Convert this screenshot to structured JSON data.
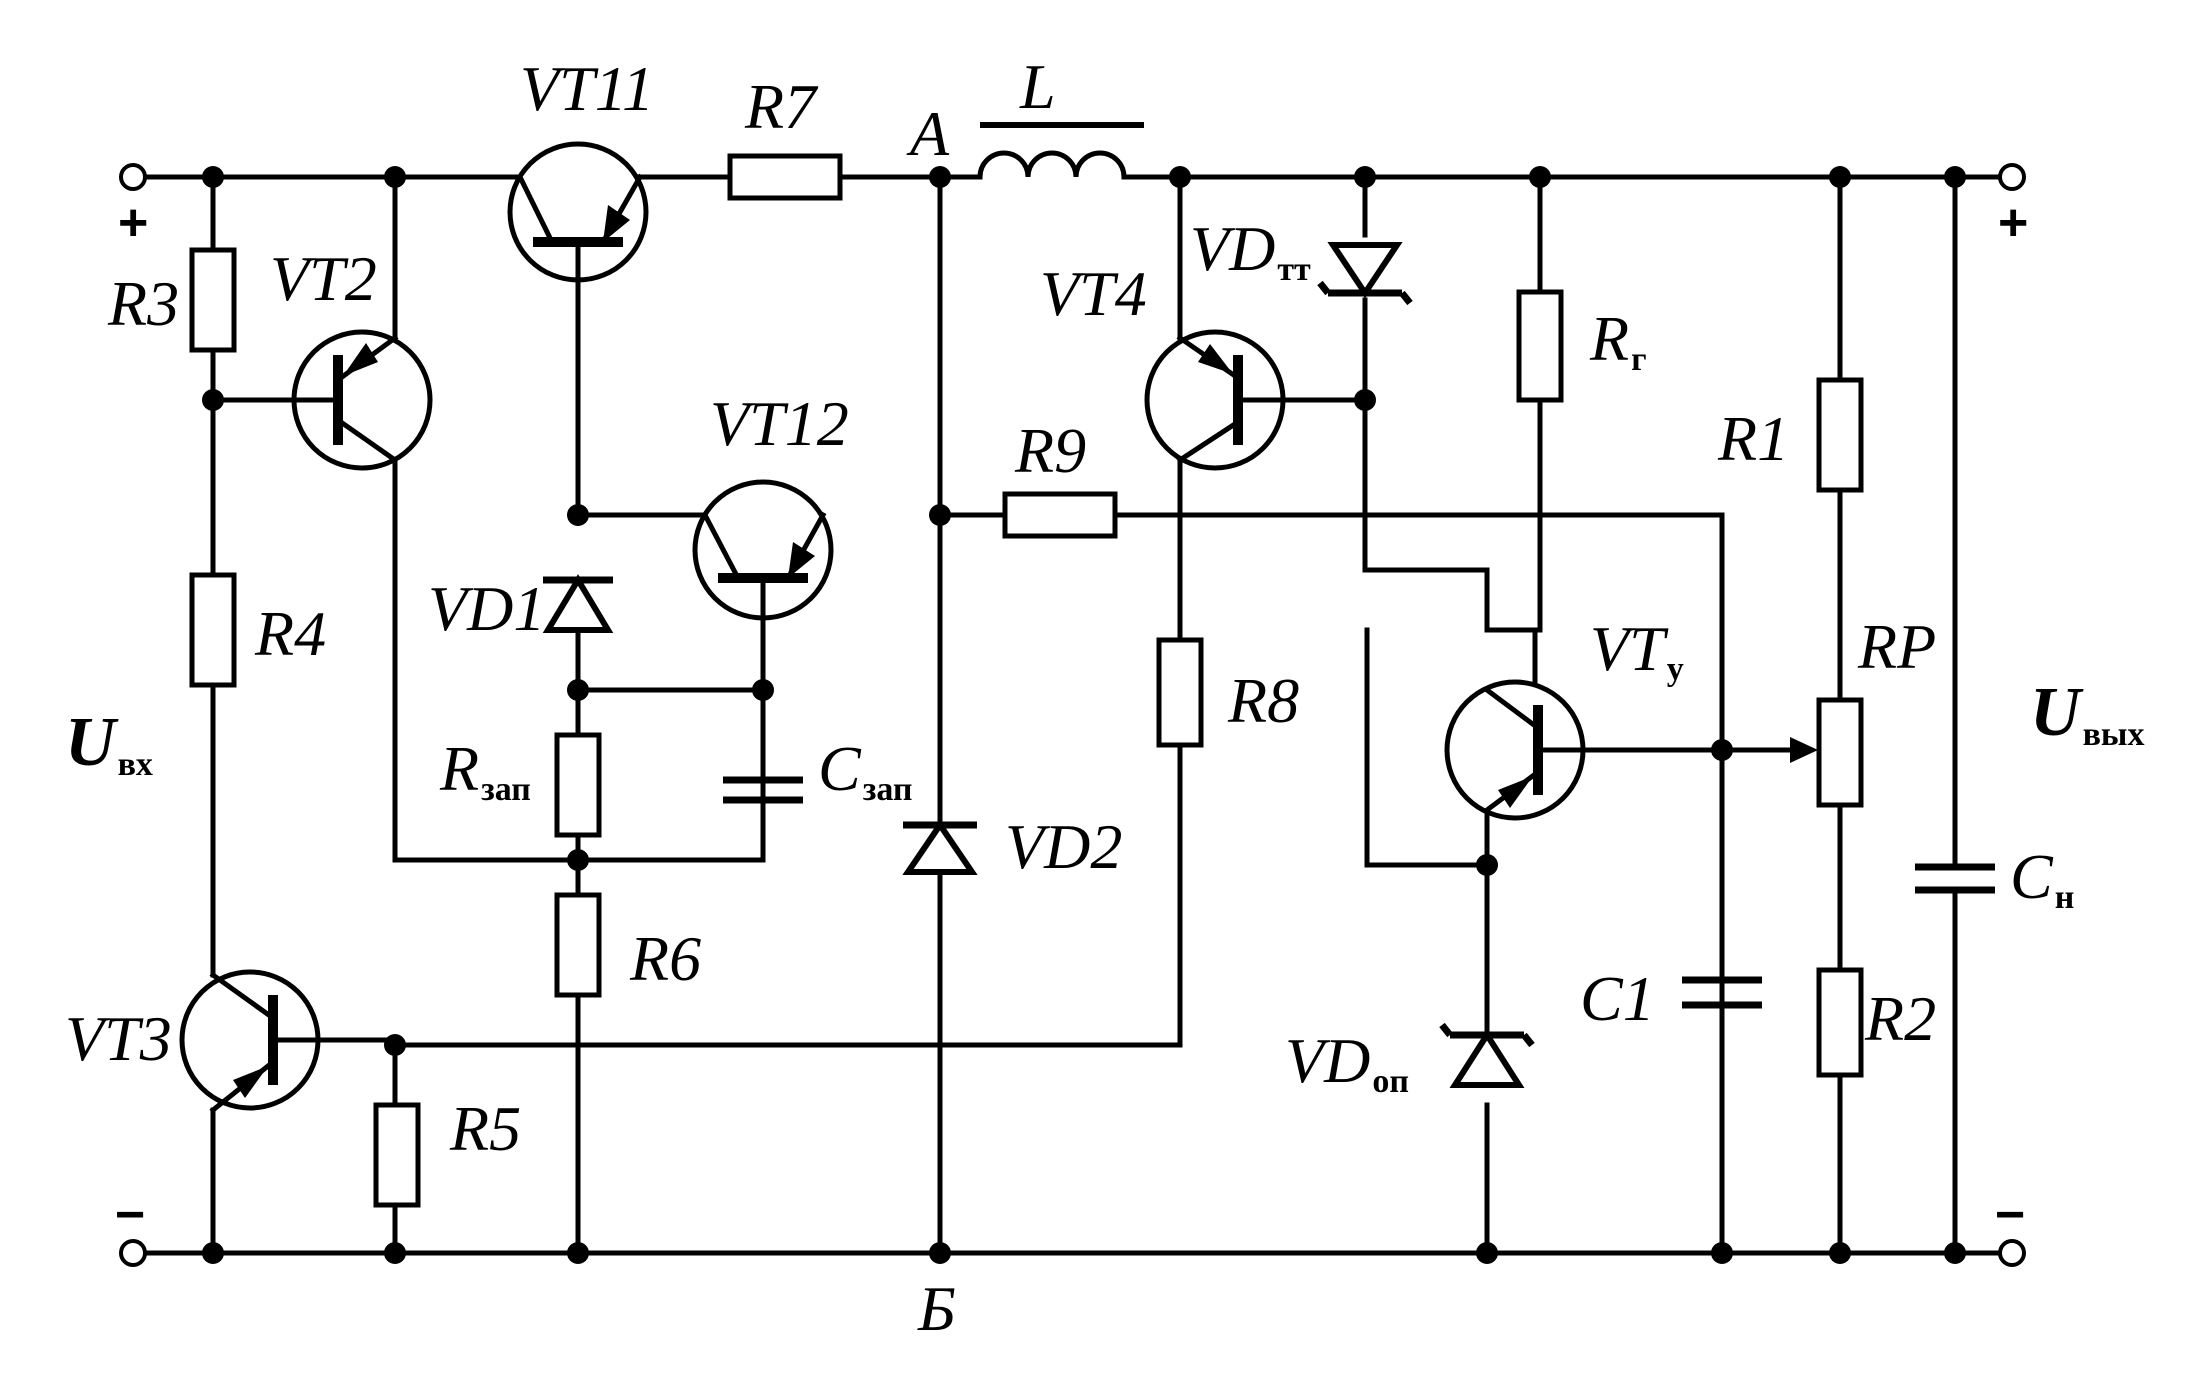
{
  "components": {
    "VT11": "VT11",
    "VT12": "VT12",
    "VT2": "VT2",
    "VT3": "VT3",
    "VT4": "VT4",
    "VTu": "VT",
    "VTu_sub": "у",
    "R1": "R1",
    "R2": "R2",
    "R3": "R3",
    "R4": "R4",
    "R5": "R5",
    "R6": "R6",
    "R7": "R7",
    "R8": "R8",
    "R9": "R9",
    "RP": "RP",
    "Rg": "R",
    "Rg_sub": "г",
    "Rzap": "R",
    "Rzap_sub": "зап",
    "Czap": "C",
    "Czap_sub": "зап",
    "C1": "C1",
    "Cn": "C",
    "Cn_sub": "н",
    "L": "L",
    "VD1": "VD1",
    "VD2": "VD2",
    "VDtt": "VD",
    "VDtt_sub": "тт",
    "VDop": "VD",
    "VDop_sub": "оп"
  },
  "nodes": {
    "A": "A",
    "B": "Б"
  },
  "terminals": {
    "in_plus": "+",
    "in_minus": "−",
    "out_plus": "+",
    "out_minus": "−",
    "Uin": "U",
    "Uin_sub": "вх",
    "Uout": "U",
    "Uout_sub": "вых"
  }
}
